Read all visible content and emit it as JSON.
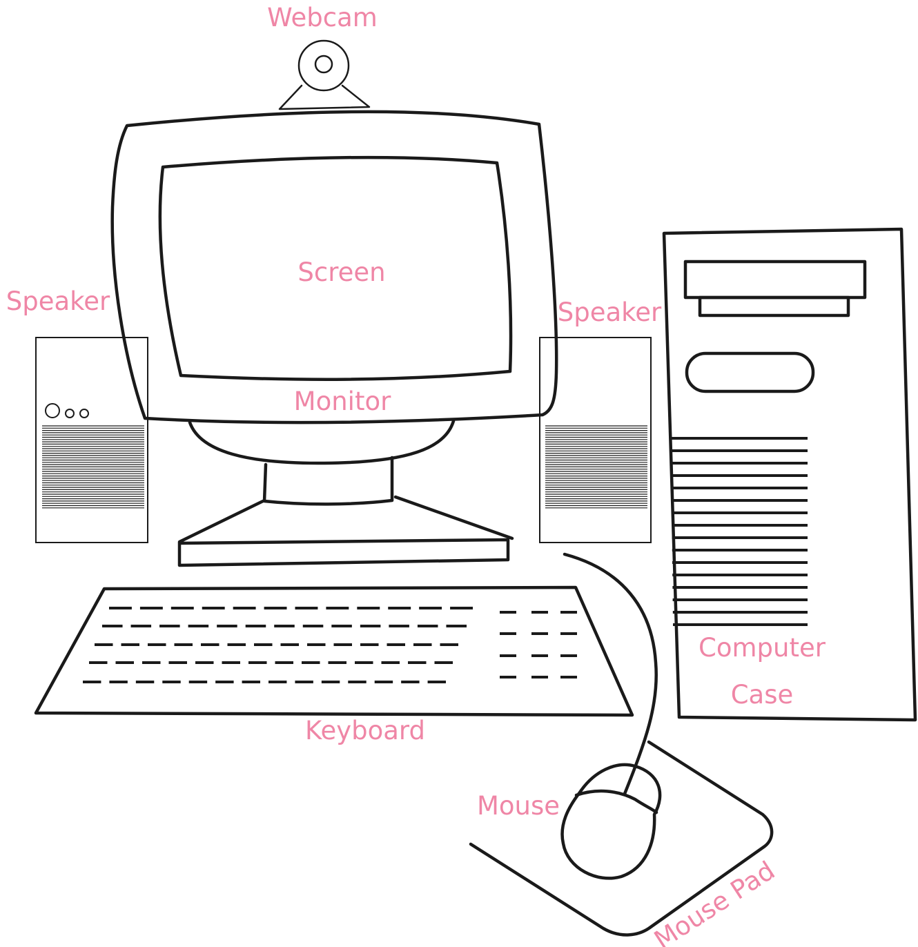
{
  "labels": {
    "webcam": "Webcam",
    "screen": "Screen",
    "speaker_left": "Speaker",
    "speaker_right": "Speaker",
    "monitor": "Monitor",
    "computer_case_line1": "Computer",
    "computer_case_line2": "Case",
    "keyboard": "Keyboard",
    "mouse": "Mouse",
    "mouse_pad": "Mouse Pad"
  },
  "colors": {
    "label": "#ef86a6",
    "outline": "#1a1a1a",
    "background": "#ffffff"
  }
}
